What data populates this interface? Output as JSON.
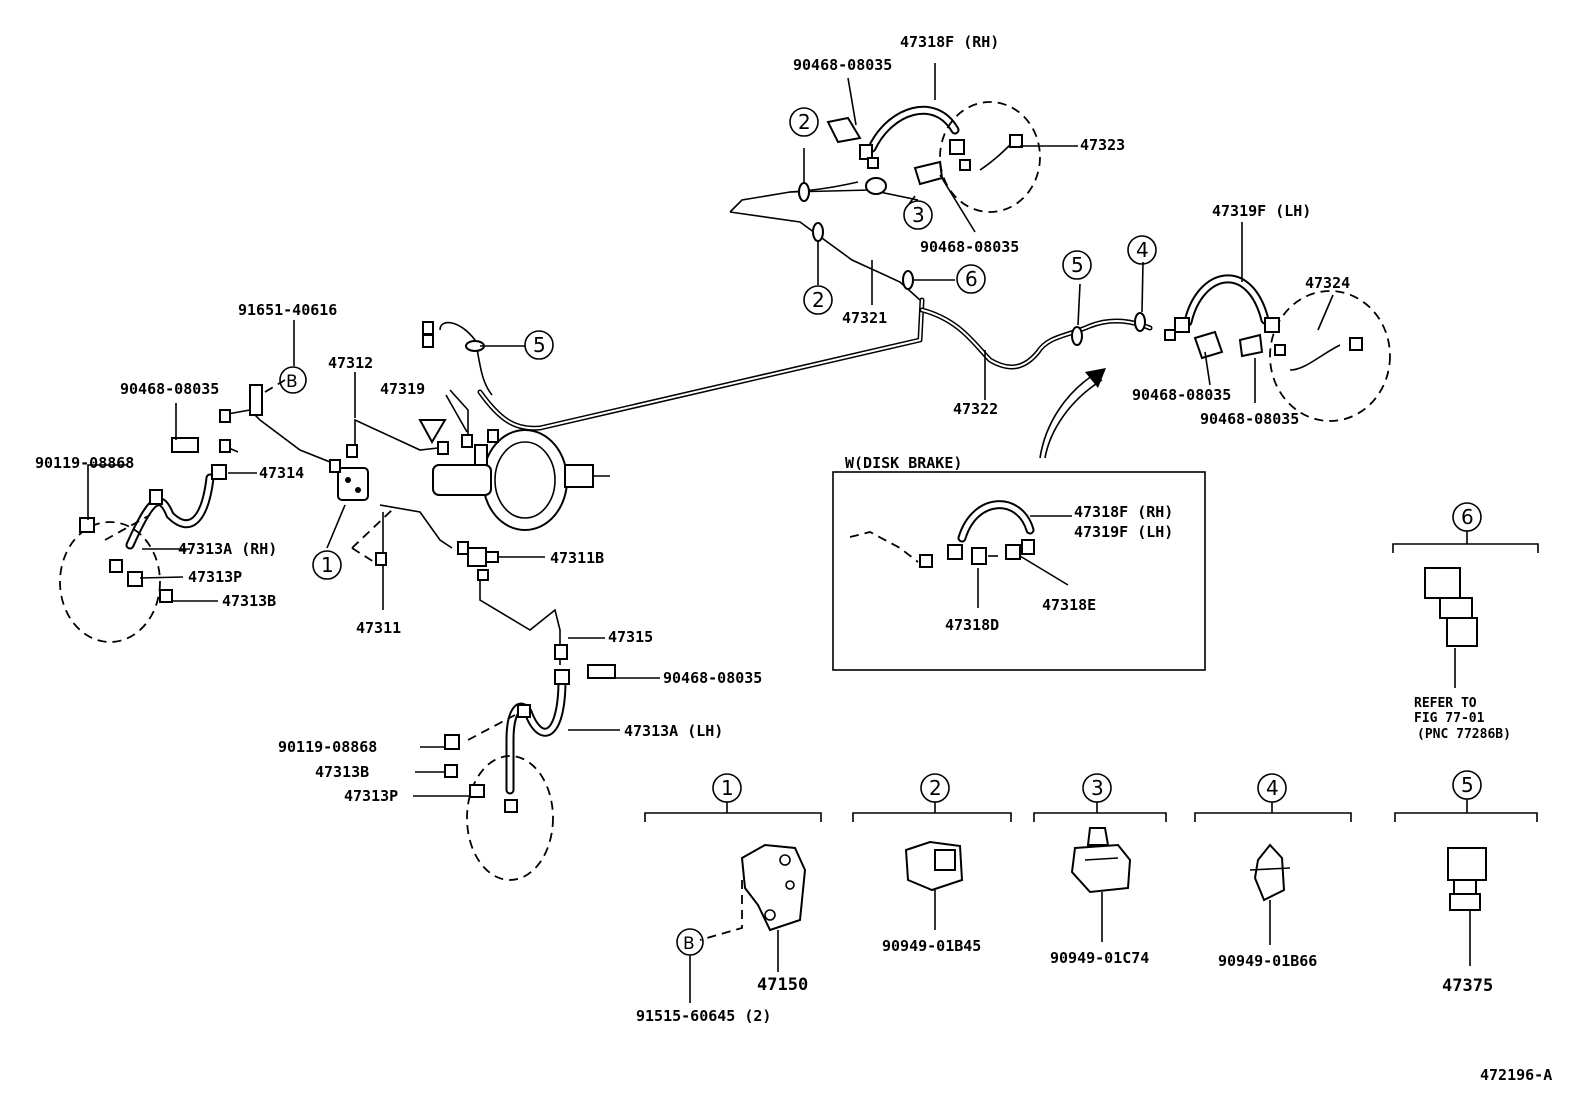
{
  "labels": {
    "p47318f_rh": "47318F (RH)",
    "p90468_top": "90468-08035",
    "p47323": "47323",
    "p90468_mid": "90468-08035",
    "p47321": "47321",
    "p47319f_lh": "47319F (LH)",
    "p47324": "47324",
    "p47322": "47322",
    "p90468_r1": "90468-08035",
    "p90468_r2": "90468-08035",
    "p91651": "91651-40616",
    "p90468_left": "90468-08035",
    "p47312": "47312",
    "p47319": "47319",
    "p90119_top": "90119-08868",
    "p47314": "47314",
    "p47313a_rh": "47313A (RH)",
    "p47313p_top": "47313P",
    "p47313b_top": "47313B",
    "p47311b": "47311B",
    "p47311": "47311",
    "p47315": "47315",
    "p90468_low": "90468-08035",
    "p90119_low": "90119-08868",
    "p47313a_lh": "47313A (LH)",
    "p47313b_low": "47313B",
    "p47313p_low": "47313P"
  },
  "circled": {
    "c2a": "2",
    "c3": "3",
    "c2b": "2",
    "c6": "6",
    "c5a": "5",
    "c4": "4",
    "c5b": "5",
    "c1": "1",
    "b_top": "B",
    "b_low": "B"
  },
  "inset": {
    "title": "W(DISK BRAKE)",
    "l1": "47318F (RH)",
    "l2": "47319F (LH)",
    "l3": "47318E",
    "l4": "47318D"
  },
  "refs": {
    "r1": {
      "num": "1",
      "part": "47150",
      "sub": "91515-60645 (2)"
    },
    "r2": {
      "num": "2",
      "part": "90949-01B45"
    },
    "r3": {
      "num": "3",
      "part": "90949-01C74"
    },
    "r4": {
      "num": "4",
      "part": "90949-01B66"
    },
    "r5": {
      "num": "5",
      "part": "47375"
    },
    "r6": {
      "num": "6",
      "l1": "REFER TO",
      "l2": "FIG 77-01",
      "l3": "(PNC 77286B)"
    }
  },
  "figure_id": "472196-A"
}
